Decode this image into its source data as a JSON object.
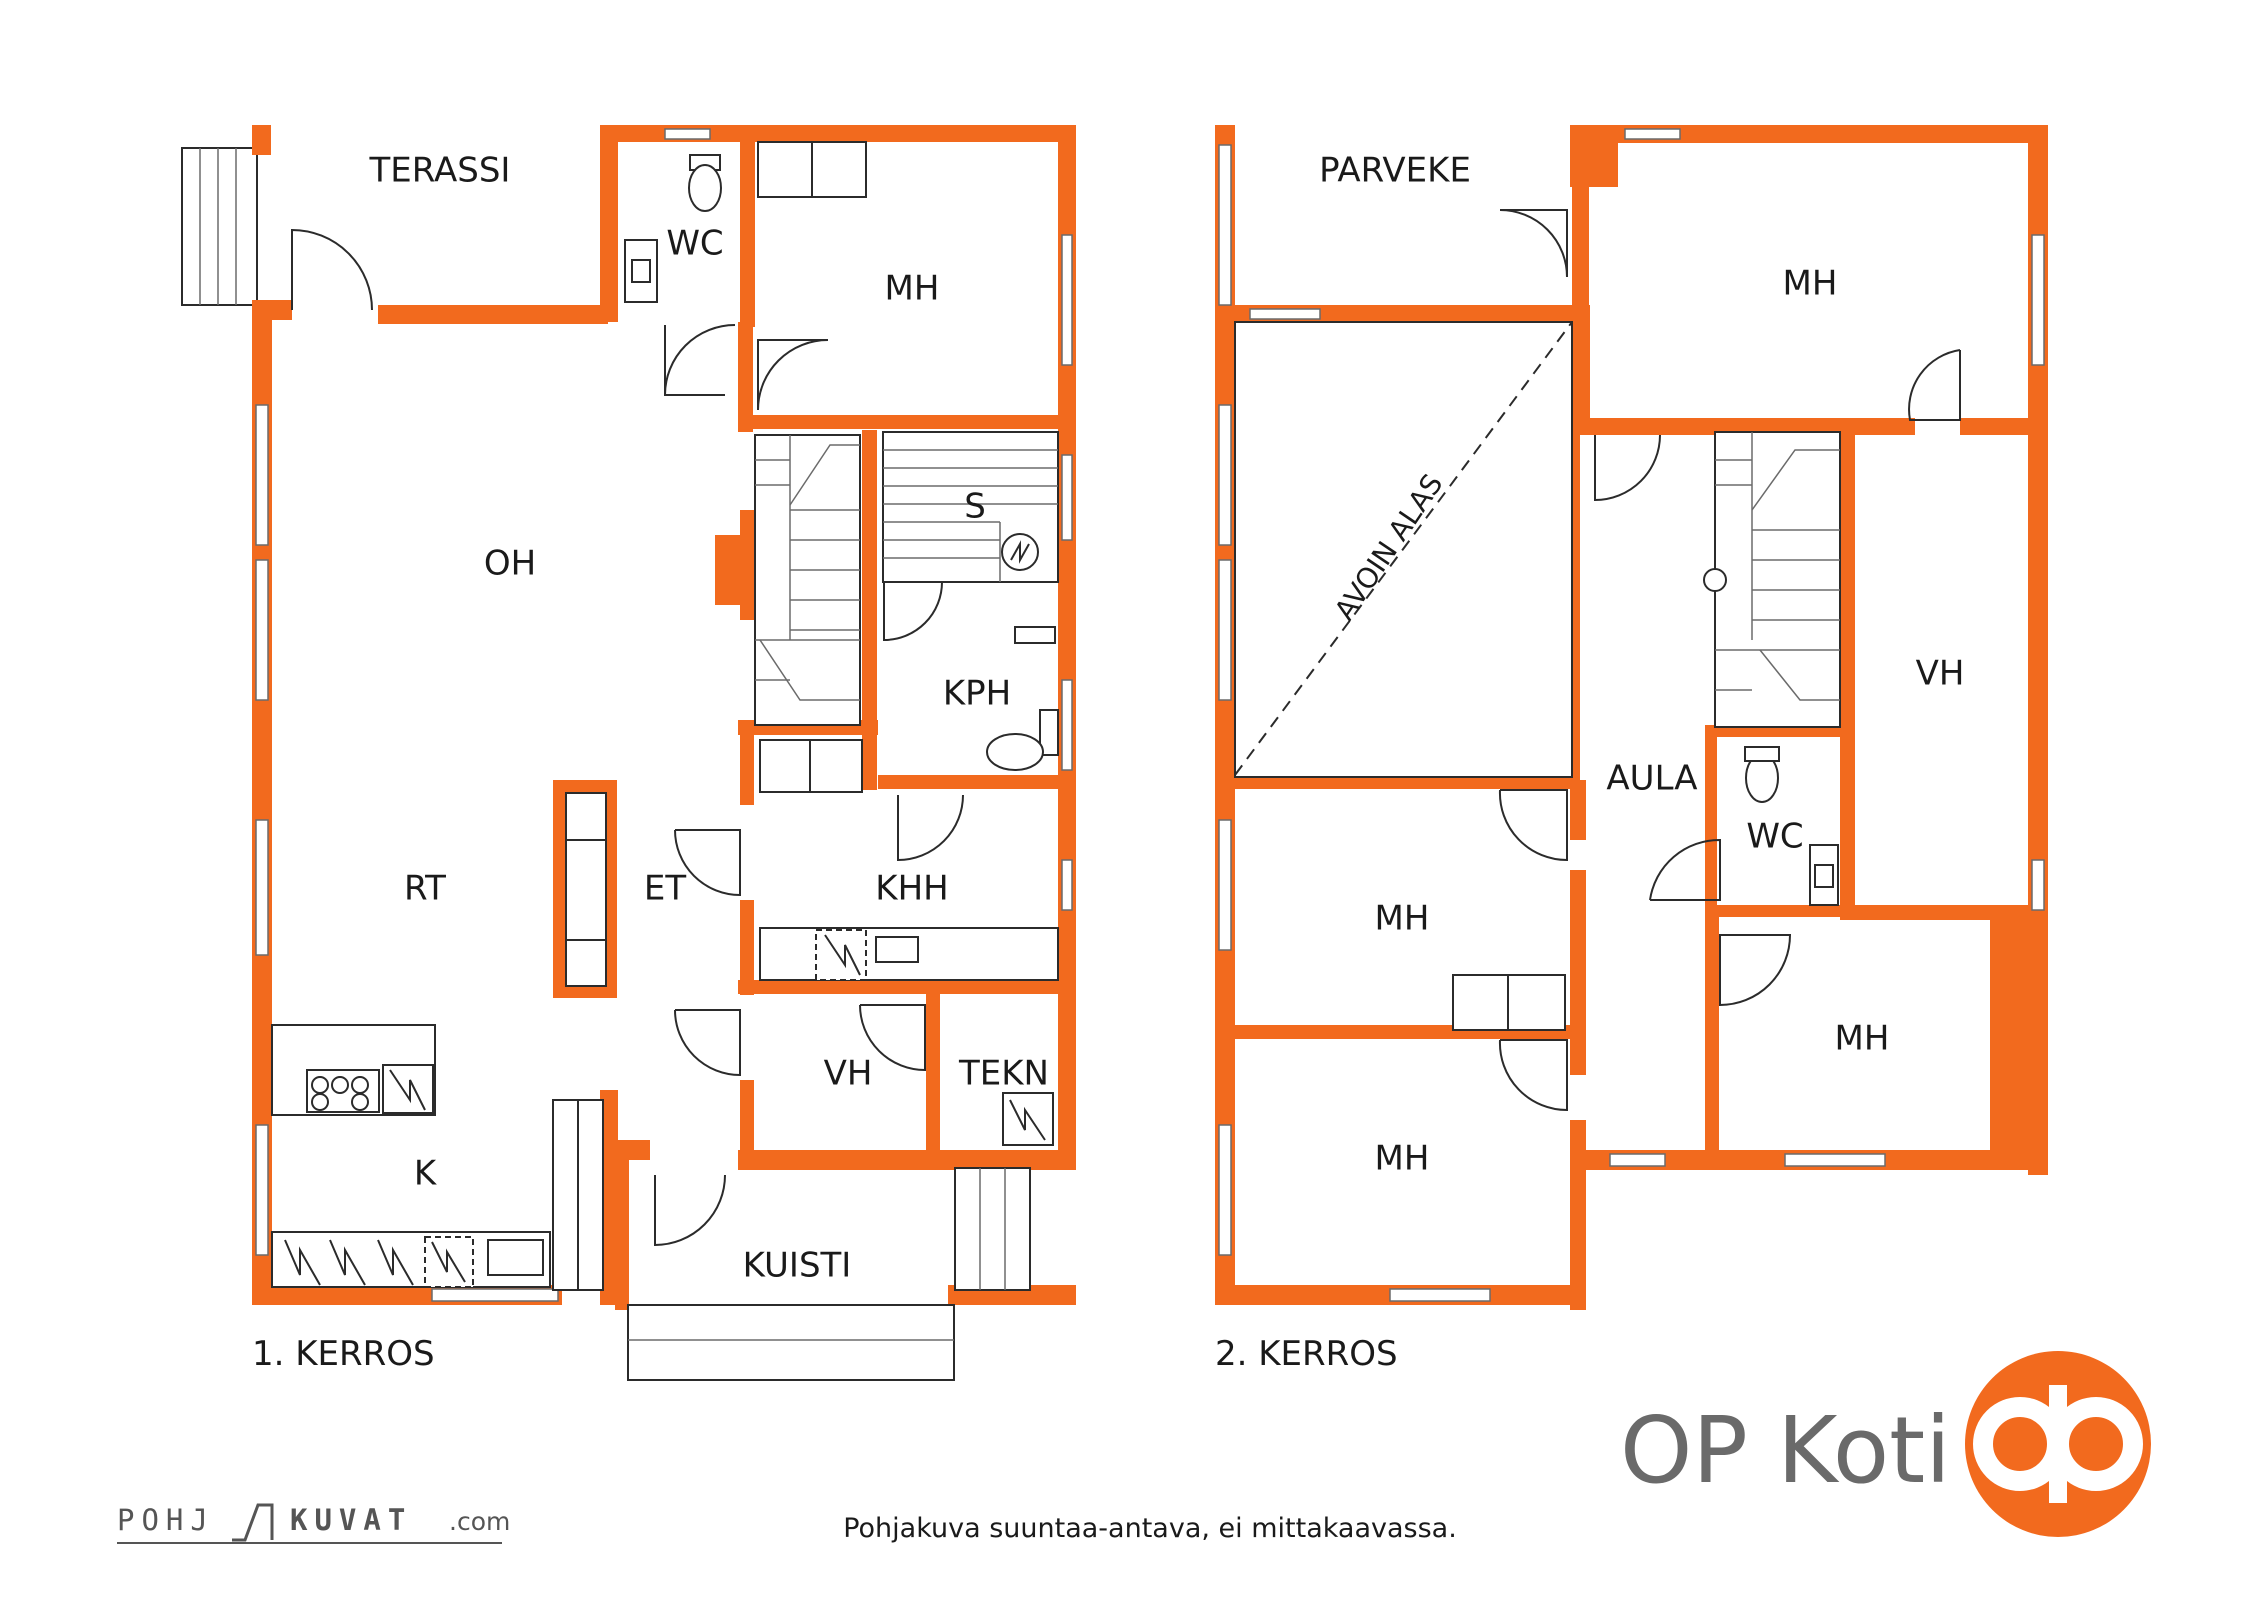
{
  "floor1": {
    "caption": "1. KERROS",
    "rooms": {
      "terassi": "TERASSI",
      "wc": "WC",
      "mh": "MH",
      "oh": "OH",
      "s": "S",
      "kph": "KPH",
      "rt": "RT",
      "et": "ET",
      "khh": "KHH",
      "vh": "VH",
      "tekn": "TEKN",
      "k": "K",
      "kuisti": "KUISTI"
    }
  },
  "floor2": {
    "caption": "2. KERROS",
    "rooms": {
      "parveke": "PARVEKE",
      "mh_top": "MH",
      "avoin": "AVOIN ALAS",
      "aula": "AULA",
      "vh": "VH",
      "wc": "WC",
      "mh_mid": "MH",
      "mh_right": "MH",
      "mh_bottom": "MH"
    }
  },
  "footer": {
    "disclaimer": "Pohjakuva suuntaa-antava, ei mittakaavassa.",
    "credit_left": "POHJ",
    "credit_right": "KUVAT",
    "credit_domain": ".com",
    "brand": "OP Koti"
  },
  "colors": {
    "wall": "#f26a1e",
    "logo": "#f26a1e",
    "brand_text": "#6a6a6a"
  }
}
